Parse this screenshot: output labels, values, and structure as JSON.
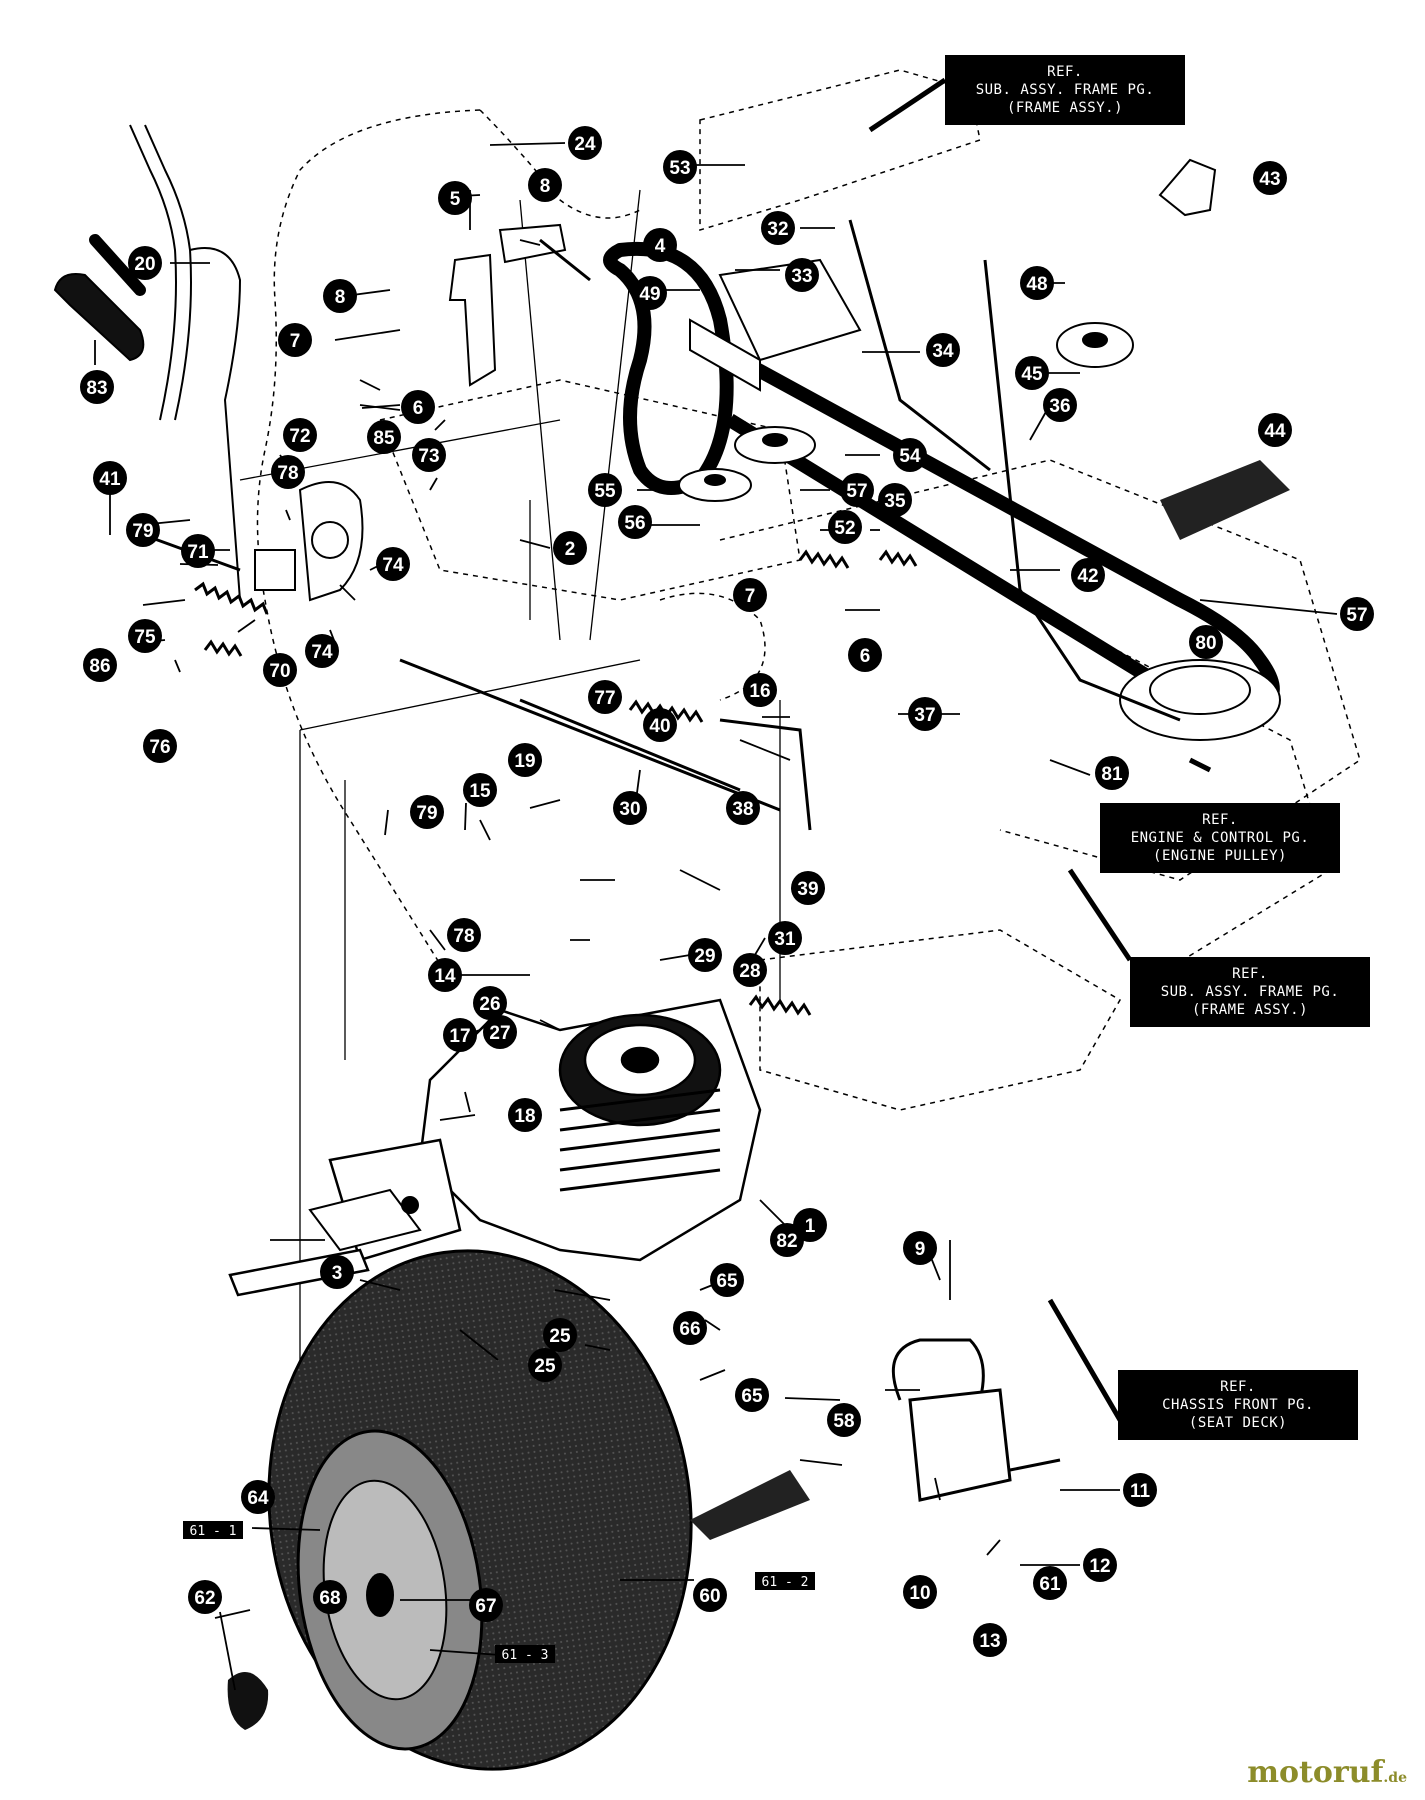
{
  "ref_notes": [
    {
      "id": "ref-frame-top",
      "lines": [
        "REF.",
        "SUB. ASSY. FRAME PG.",
        "(FRAME ASSY.)"
      ]
    },
    {
      "id": "ref-engine",
      "lines": [
        "REF.",
        "ENGINE & CONTROL PG.",
        "(ENGINE PULLEY)"
      ]
    },
    {
      "id": "ref-frame-mid",
      "lines": [
        "REF.",
        "SUB. ASSY. FRAME PG.",
        "(FRAME ASSY.)"
      ]
    },
    {
      "id": "ref-chassis",
      "lines": [
        "REF.",
        "CHASSIS FRONT PG.",
        "(SEAT DECK)"
      ]
    }
  ],
  "part_numbers": [
    "1",
    "2",
    "3",
    "4",
    "5",
    "6",
    "6",
    "7",
    "7",
    "8",
    "8",
    "9",
    "10",
    "11",
    "12",
    "13",
    "14",
    "15",
    "16",
    "17",
    "18",
    "19",
    "20",
    "24",
    "25",
    "25",
    "26",
    "27",
    "28",
    "29",
    "30",
    "31",
    "32",
    "33",
    "34",
    "35",
    "36",
    "37",
    "38",
    "39",
    "40",
    "41",
    "42",
    "43",
    "44",
    "45",
    "48",
    "49",
    "52",
    "53",
    "54",
    "55",
    "56",
    "57",
    "57",
    "58",
    "60",
    "61",
    "62",
    "64",
    "65",
    "65",
    "66",
    "67",
    "68",
    "70",
    "71",
    "72",
    "73",
    "74",
    "74",
    "75",
    "76",
    "77",
    "78",
    "78",
    "79",
    "79",
    "80",
    "81",
    "82",
    "83",
    "85",
    "86"
  ],
  "sub_tags": [
    "61 - 1",
    "61 - 2",
    "61 - 3"
  ],
  "watermark": {
    "brand": "motoruf",
    "suffix": ".de"
  }
}
